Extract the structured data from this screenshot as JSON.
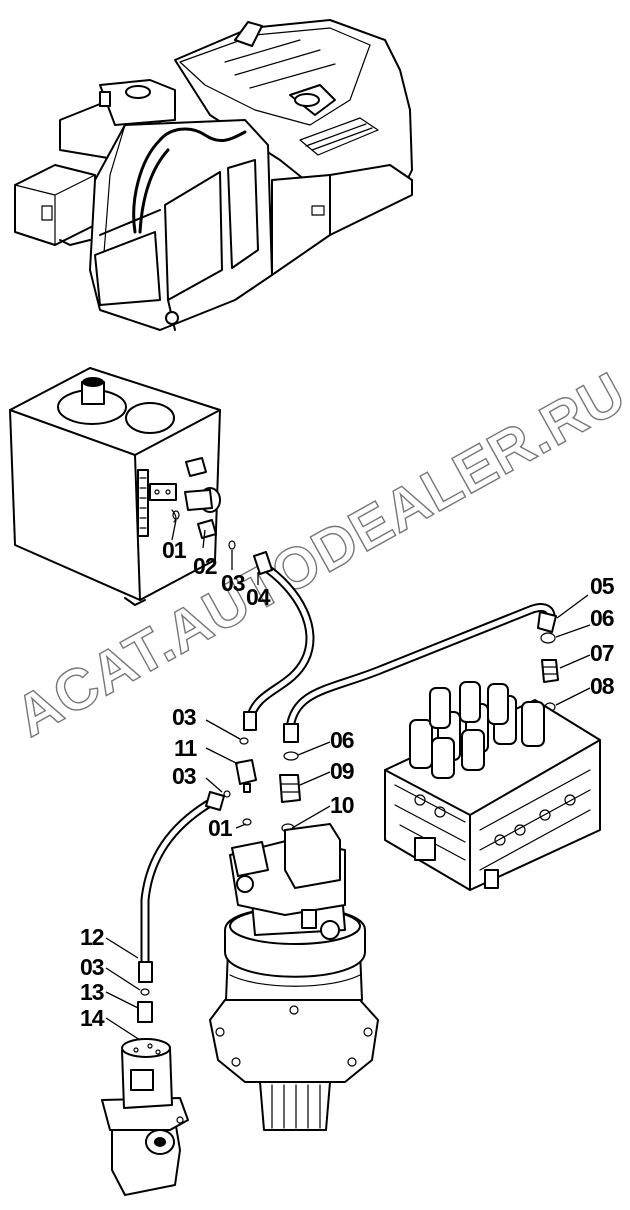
{
  "watermark": "ACAT.AUTODEALER.RU",
  "labels": {
    "l01a": "01",
    "l02": "02",
    "l03a": "03",
    "l04": "04",
    "l05": "05",
    "l06a": "06",
    "l07": "07",
    "l08": "08",
    "l03b": "03",
    "l06b": "06",
    "l11": "11",
    "l09": "09",
    "l03c": "03",
    "l01b": "01",
    "l10": "10",
    "l12": "12",
    "l03d": "03",
    "l13": "13",
    "l14": "14"
  }
}
